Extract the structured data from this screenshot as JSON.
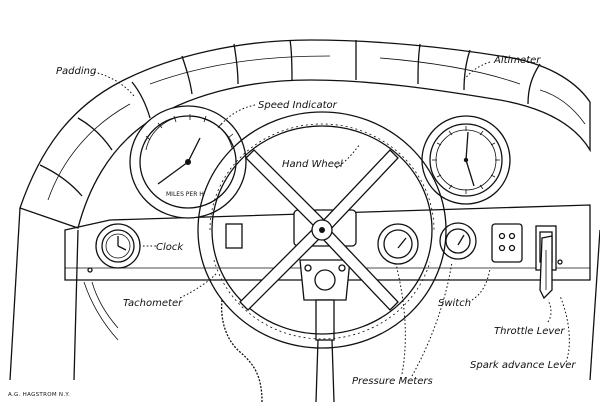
{
  "labels": {
    "padding": "Padding",
    "altimeter": "Altimeter",
    "speed_indicator": "Speed Indicator",
    "hand_wheel": "Hand Wheel",
    "clock": "Clock",
    "tachometer": "Tachometer",
    "switch": "Switch",
    "throttle_lever": "Throttle Lever",
    "spark_advance_lever": "Spark advance Lever",
    "pressure_meters": "Pressure Meters"
  },
  "gauge_text": {
    "miles_per_hour": "MILES PER H"
  },
  "credit": "A.G. HAGSTROM N.Y."
}
